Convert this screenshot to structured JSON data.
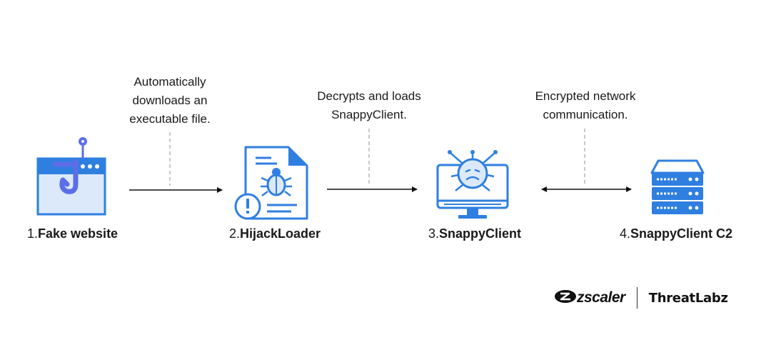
{
  "notes": {
    "download": [
      "Automatically",
      "downloads an",
      "executable file."
    ],
    "decrypt": [
      "Decrypts and loads",
      "SnappyClient."
    ],
    "network": [
      "Encrypted network",
      "communication."
    ]
  },
  "steps": [
    {
      "num": "1.",
      "name": "Fake website",
      "icon": "fake-website-phishing-hook-icon"
    },
    {
      "num": "2.",
      "name": "HijackLoader",
      "icon": "malicious-document-bug-icon"
    },
    {
      "num": "3.",
      "name": "SnappyClient",
      "icon": "infected-monitor-virus-icon"
    },
    {
      "num": "4.",
      "name": "SnappyClient C2",
      "icon": "server-stack-icon"
    }
  ],
  "branding": {
    "logo": "zscaler",
    "label": "ThreatLabz"
  },
  "colors": {
    "icon_blue": "#2f7fe0",
    "icon_fill": "#dbe9fb",
    "hook_purple": "#5b6ee8",
    "text": "#1a1a1a",
    "dashed": "#b5b5b5"
  }
}
